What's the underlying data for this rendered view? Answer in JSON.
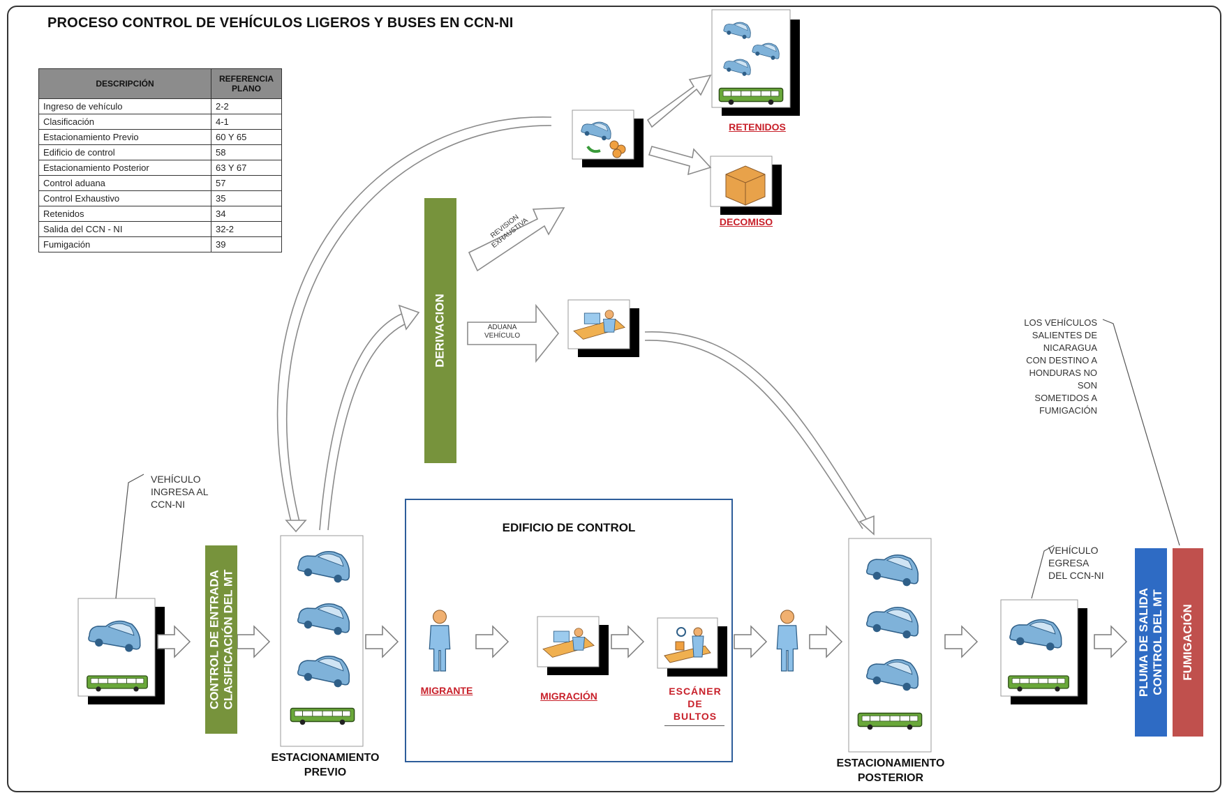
{
  "title": "PROCESO CONTROL DE VEHÍCULOS LIGEROS Y BUSES EN CCN-NI",
  "table": {
    "headers": [
      "DESCRIPCIÓN",
      "REFERENCIA PLANO"
    ],
    "rows": [
      [
        "Ingreso de vehículo",
        "2-2"
      ],
      [
        "Clasificación",
        "4-1"
      ],
      [
        "Estacionamiento Previo",
        "60 Y 65"
      ],
      [
        "Edificio de control",
        "58"
      ],
      [
        "Estacionamiento Posterior",
        "63 Y 67"
      ],
      [
        "Control aduana",
        "57"
      ],
      [
        "Control Exhaustivo",
        "35"
      ],
      [
        "Retenidos",
        "34"
      ],
      [
        "Salida del CCN - NI",
        "32-2"
      ],
      [
        "Fumigación",
        "39"
      ]
    ]
  },
  "notes": {
    "ingresa": "VEHÍCULO\nINGRESA AL\nCCN-NI",
    "egresa": "VEHÍCULO\nEGRESA\nDEL CCN-NI",
    "fumigacion_note": "LOS VEHÍCULOS\nSALIENTES DE\nNICARAGUA\nCON DESTINO A\nHONDURAS NO\nSON\nSOMETIDOS A\nFUMIGACIÓN"
  },
  "bars": {
    "control_entrada": "CONTROL DE ENTRADA\nCLASIFICACIÓN DEL MT",
    "derivacion": "DERIVACION",
    "pluma_salida": "PLUMA DE SALIDA\nCONTROL DEL MT",
    "fumigacion": "FUMIGACIÓN"
  },
  "arrow_labels": {
    "revision": "REVISION\nEXHAUSTIVA",
    "aduana": "ADUANA\nVEHÍCULO"
  },
  "labels": {
    "est_previo": "ESTACIONAMIENTO\nPREVIO",
    "est_posterior": "ESTACIONAMIENTO\nPOSTERIOR",
    "edificio": "EDIFICIO DE CONTROL",
    "migrante": "MIGRANTE",
    "migracion": "MIGRACIÓN",
    "escaner": "ESCÁNER\nDE\nBULTOS",
    "retenidos": "RETENIDOS",
    "decomiso": "DECOMISO"
  },
  "colors": {
    "green": "#77933c",
    "blue": "#2e6bc4",
    "red_bar": "#c0504d",
    "accent_red": "#c8202a",
    "car": "#7fb2d9"
  }
}
